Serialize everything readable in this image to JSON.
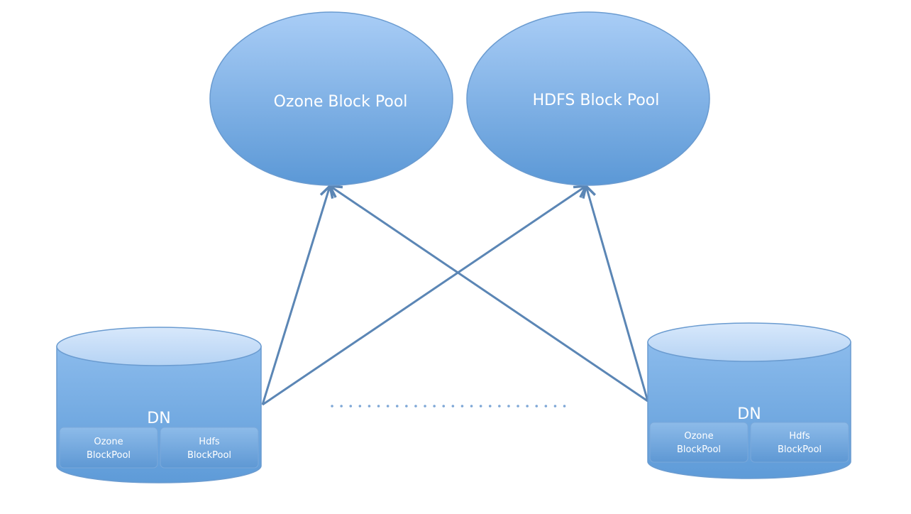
{
  "pools": {
    "ozone": {
      "label": "Ozone Block Pool"
    },
    "hdfs": {
      "label": "HDFS Block Pool"
    }
  },
  "datanodes": [
    {
      "label": "DN",
      "ozone_line1": "Ozone",
      "ozone_line2": "BlockPool",
      "hdfs_line1": "Hdfs",
      "hdfs_line2": "BlockPool"
    },
    {
      "label": "DN",
      "ozone_line1": "Ozone",
      "ozone_line2": "BlockPool",
      "hdfs_line1": "Hdfs",
      "hdfs_line2": "BlockPool"
    }
  ],
  "colors": {
    "pool_fill_top": "#a9cdf6",
    "pool_fill_bottom": "#5b98d6",
    "arrow": "#5b86b5",
    "dots": "#7ea7d6"
  }
}
